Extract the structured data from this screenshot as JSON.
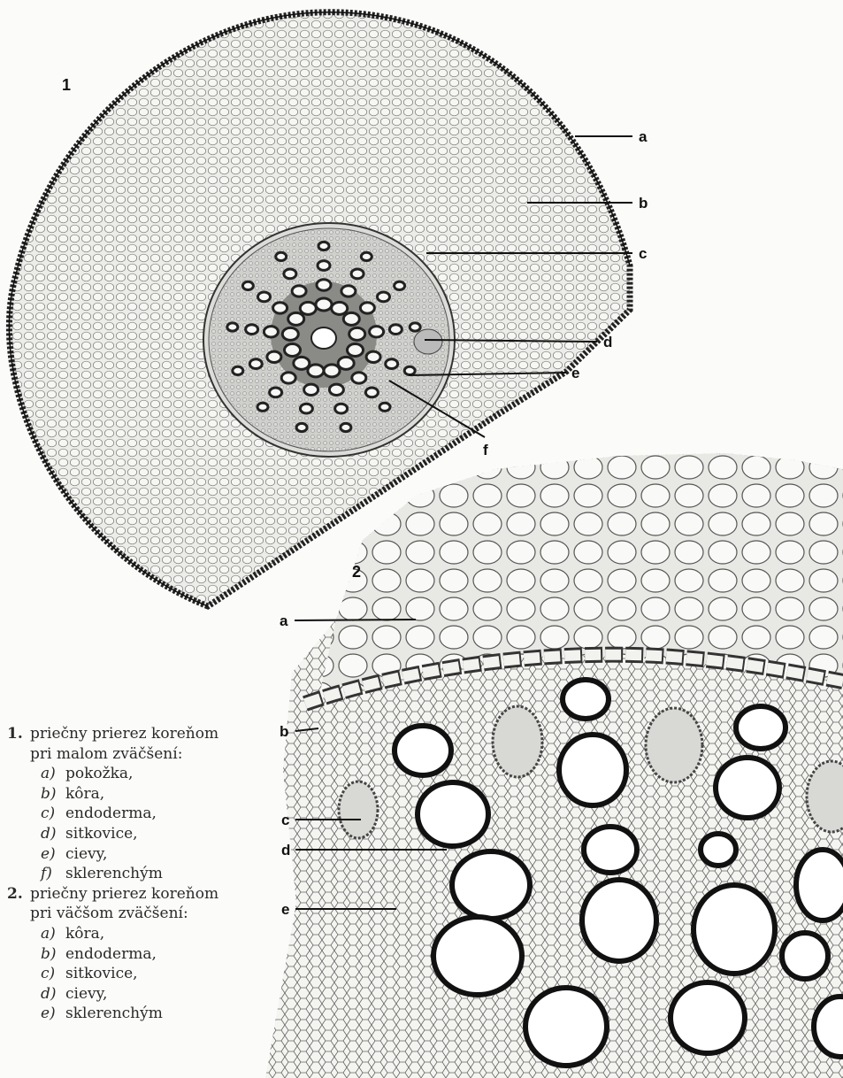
{
  "figure1": {
    "number": "1"
  },
  "figure2": {
    "number": "2"
  },
  "labels1": [
    "a",
    "b",
    "c",
    "d",
    "e",
    "f"
  ],
  "labels2": [
    "a",
    "b",
    "c",
    "d",
    "e"
  ],
  "legend": {
    "item1": {
      "num": "1.",
      "line1": "priečny prierez koreňom",
      "line2": "pri malom zväčšení:",
      "subs": [
        {
          "key": "a)",
          "text": "pokožka,"
        },
        {
          "key": "b)",
          "text": "kôra,"
        },
        {
          "key": "c)",
          "text": "endoderma,"
        },
        {
          "key": "d)",
          "text": "sitkovice,"
        },
        {
          "key": "e)",
          "text": "cievy,"
        },
        {
          "key": "f)",
          "text": "sklerenchým"
        }
      ]
    },
    "item2": {
      "num": "2.",
      "line1": "priečny prierez koreňom",
      "line2": "pri väčšom zväčšení:",
      "subs": [
        {
          "key": "a)",
          "text": "kôra,"
        },
        {
          "key": "b)",
          "text": "endoderma,"
        },
        {
          "key": "c)",
          "text": "sitkovice,"
        },
        {
          "key": "d)",
          "text": "cievy,"
        },
        {
          "key": "e)",
          "text": "sklerenchým"
        }
      ]
    }
  },
  "colors": {
    "ink": "#1a1a1a",
    "paper": "#fbfbf9",
    "tissue": "#e6e6e2"
  }
}
